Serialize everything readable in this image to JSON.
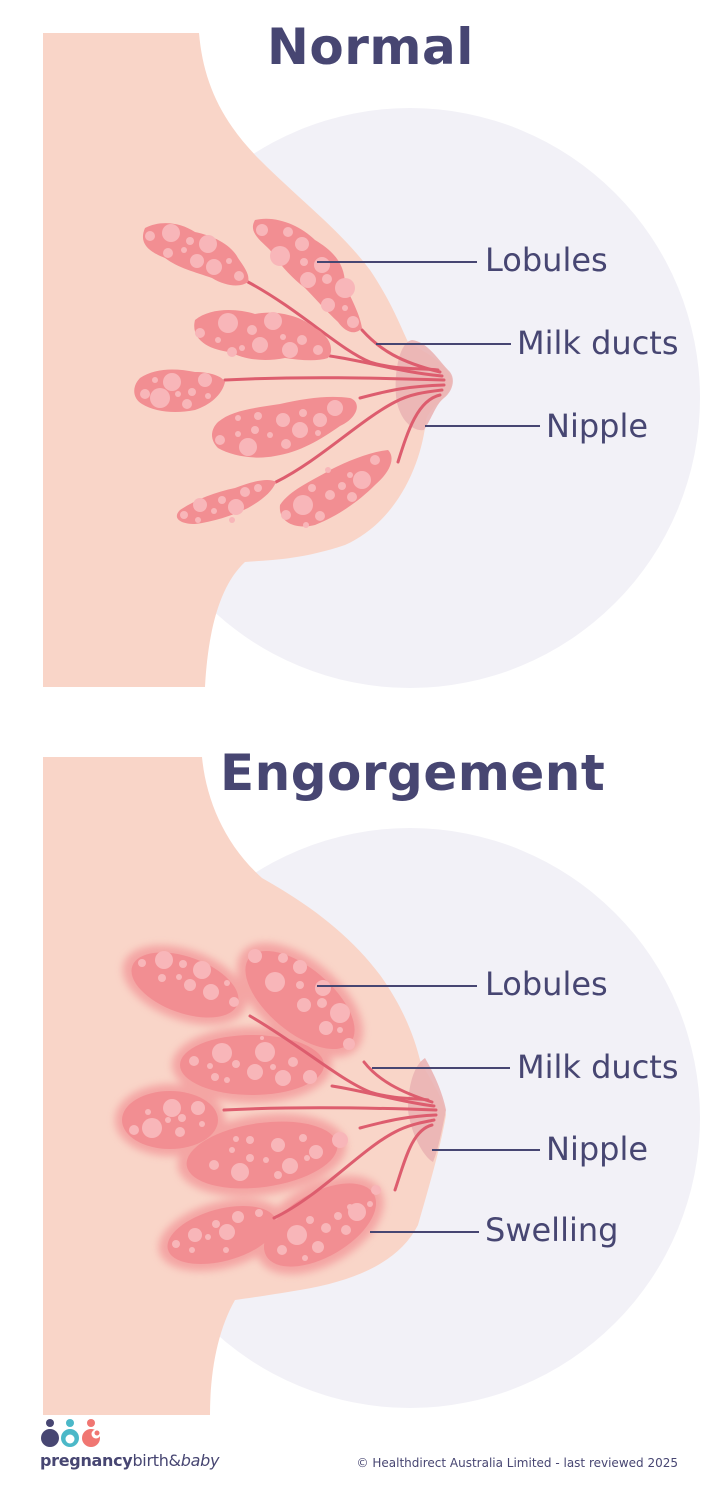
{
  "colors": {
    "skin": "#F9D5C8",
    "background_circle": "#F2F1F7",
    "lobule_fill": "#F28E92",
    "lobule_dots": "#F8B6B9",
    "duct": "#DD5D6E",
    "nipple": "#EAB4B4",
    "text": "#474672",
    "logo_navy": "#474672",
    "logo_teal": "#4BB8C8",
    "logo_coral": "#F07672"
  },
  "normal": {
    "title": "Normal",
    "labels": {
      "lobules": "Lobules",
      "milk_ducts": "Milk ducts",
      "nipple": "Nipple"
    }
  },
  "engorgement": {
    "title": "Engorgement",
    "labels": {
      "lobules": "Lobules",
      "milk_ducts": "Milk ducts",
      "nipple": "Nipple",
      "swelling": "Swelling"
    }
  },
  "footer": {
    "logo": {
      "bold": "pregnancy",
      "regular": "birth&",
      "italic": "baby"
    },
    "copyright": "© Healthdirect Australia Limited - last reviewed 2025"
  }
}
